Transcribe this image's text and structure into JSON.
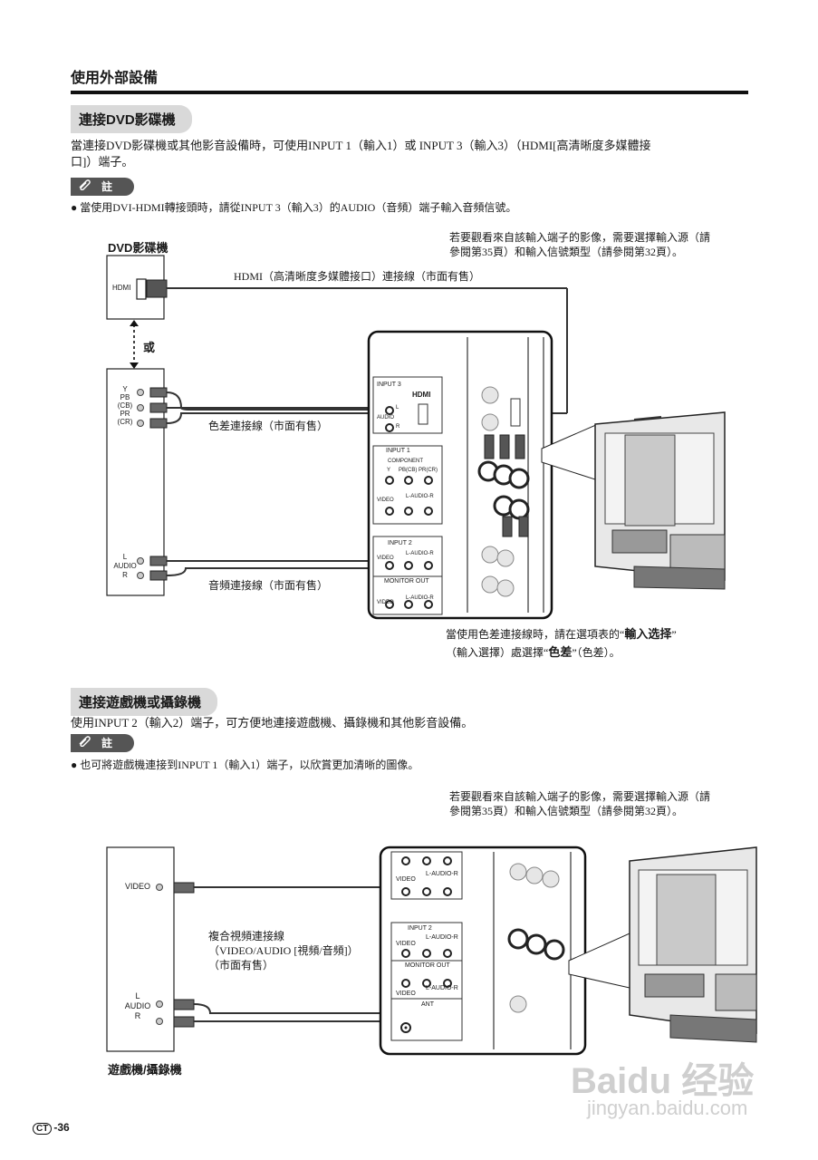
{
  "page_title": "使用外部設備",
  "section1": {
    "heading": "連接DVD影碟機",
    "intro_line1": "當連接DVD影碟機或其他影音設備時，可使用INPUT 1（輸入1）或 INPUT 3（輸入3）（HDMI[高清晰度多媒體接",
    "intro_line2": "口]）端子。",
    "note_label": "註",
    "note_text": "當使用DVI-HDMI轉接頭時，請從INPUT 3（輸入3）的AUDIO（音頻）端子輸入音頻信號。",
    "ref_line1": "若要觀看來自該輸入端子的影像，需要選擇輸入源（請",
    "ref_line2": "參閱第35頁）和輸入信號類型（請參閱第32頁）。",
    "device_title": "DVD影碟機",
    "hdmi_port": "HDMI",
    "or_label": "或",
    "comp_ports": [
      "Y",
      "PB",
      "(CB)",
      "PR",
      "(CR)"
    ],
    "audio_ports": [
      "L",
      "AUDIO",
      "R"
    ],
    "hdmi_cable": "HDMI（高清晰度多媒體接口）連接線（市面有售）",
    "component_cable": "色差連接線（市面有售）",
    "audio_cable": "音頻連接線（市面有售）",
    "panel_labels": [
      "INPUT 3",
      "HDMI",
      "AUDIO",
      "L",
      "R",
      "INPUT 1",
      "COMPONENT",
      "Y",
      "PB(CB)",
      "PR(CR)",
      "VIDEO",
      "L-AUDIO-R",
      "INPUT 2",
      "VIDEO",
      "L-AUDIO-R",
      "MONITOR OUT",
      "VIDEO",
      "L-AUDIO-R"
    ],
    "caption_line1a": "當使用色差連接線時，請在選項表的“",
    "caption_line1b": "輸入选择",
    "caption_line1c": "”",
    "caption_line2a": "（輸入選擇）處選擇“",
    "caption_line2b": "色差",
    "caption_line2c": "”（色差）。"
  },
  "section2": {
    "heading": "連接遊戲機或攝錄機",
    "intro": "使用INPUT 2（輸入2）端子，可方便地連接遊戲機、攝錄機和其他影音設備。",
    "note_label": "註",
    "note_text": "也可將遊戲機連接到INPUT 1（輸入1）端子，以欣賞更加清晰的圖像。",
    "ref_line1": "若要觀看來自該輸入端子的影像，需要選擇輸入源（請",
    "ref_line2": "參閱第35頁）和輸入信號類型（請參閱第32頁）。",
    "device_title": "遊戲機/攝錄機",
    "video_port": "VIDEO",
    "audio_ports": [
      "L",
      "AUDIO",
      "R"
    ],
    "cable_line1": "複合視頻連接線",
    "cable_line2": "（VIDEO/AUDIO [視頻/音頻]）",
    "cable_line3": "（市面有售）",
    "panel_labels": [
      "VIDEO",
      "L-AUDIO-R",
      "INPUT 2",
      "VIDEO",
      "L-AUDIO-R",
      "MONITOR OUT",
      "VIDEO",
      "L-AUDIO-R",
      "ANT"
    ]
  },
  "page_number": "-36",
  "page_badge": "CT",
  "watermark": "Baidu 经验",
  "watermark_url": "jingyan.baidu.com"
}
